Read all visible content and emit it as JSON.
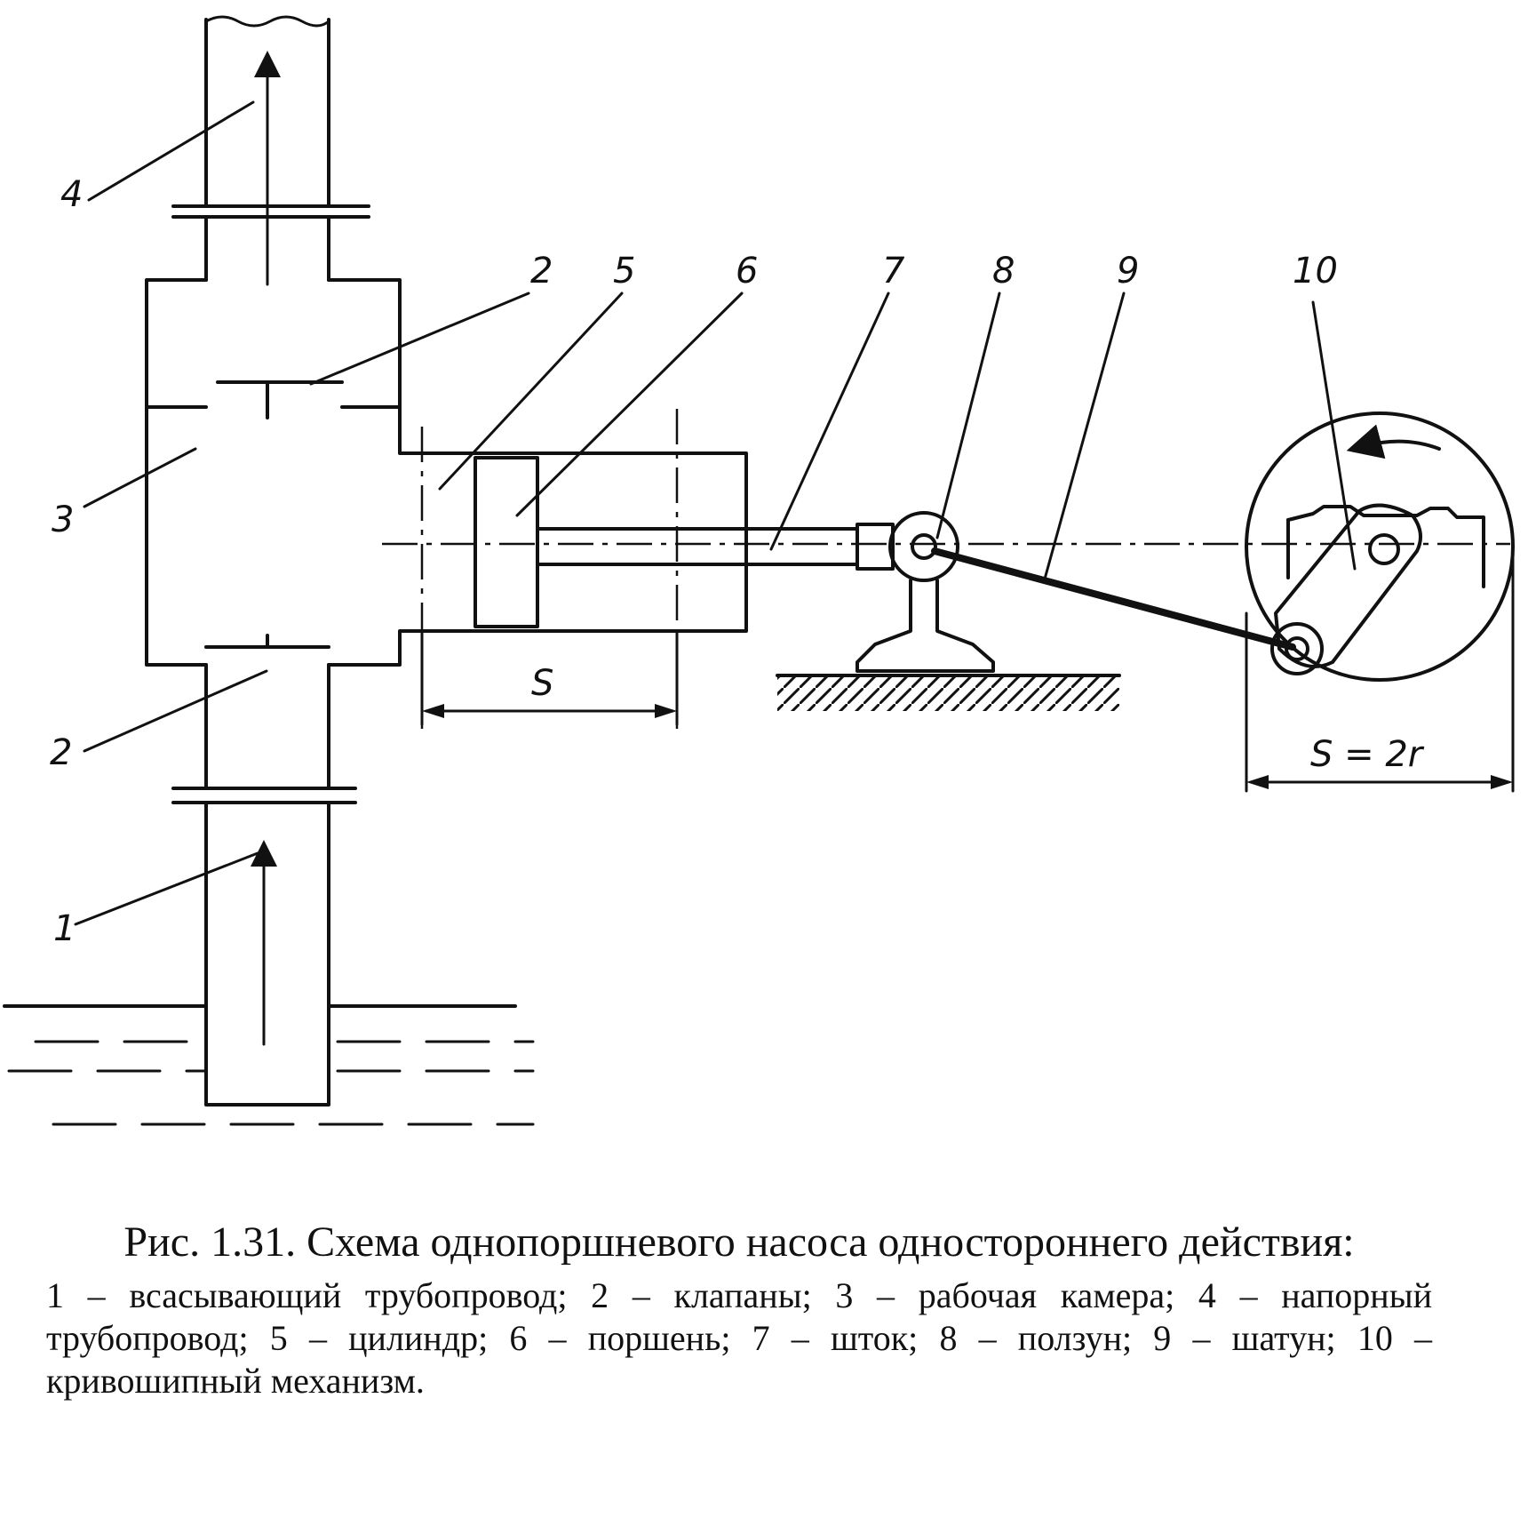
{
  "diagram": {
    "labels": {
      "suction_pipe": "1",
      "valve_top": "2",
      "valve_bottom": "2",
      "chamber": "3",
      "discharge_pipe": "4",
      "cylinder": "5",
      "piston": "6",
      "rod": "7",
      "slider": "8",
      "conrod": "9",
      "crank": "10",
      "stroke": "S",
      "stroke_crank": "S = 2r"
    }
  },
  "caption": {
    "title": "Рис. 1.31. Схема однопоршневого насоса одностороннего действия:",
    "legend": "1 – всасывающий трубопровод; 2 – клапаны; 3 – рабочая камера; 4 – напорный трубопровод; 5 – цилиндр; 6 – поршень; 7 – шток; 8 – ползун; 9 – шатун; 10 – кривошипный механизм."
  }
}
